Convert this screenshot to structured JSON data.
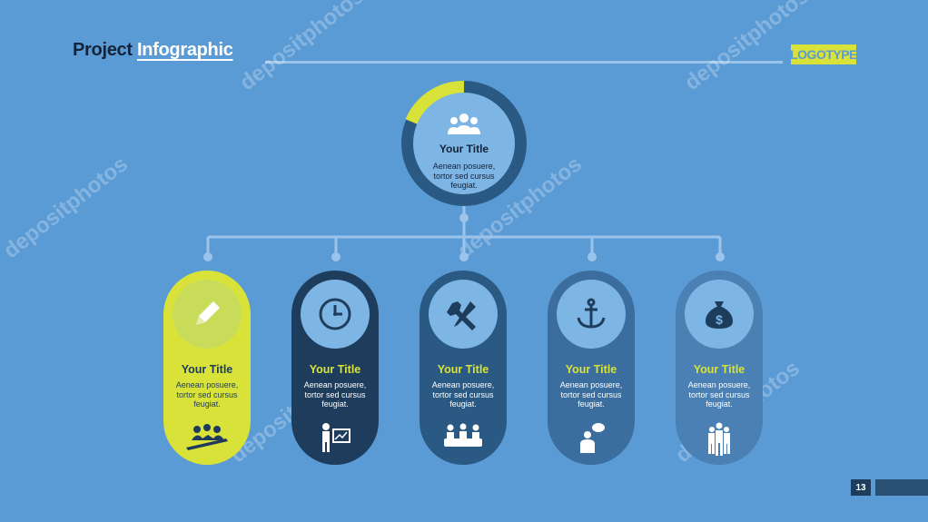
{
  "header": {
    "title_part1": "Project",
    "title_part2": "Infographic",
    "logo": "LOGOTYPE"
  },
  "top_node": {
    "icon": "group-icon",
    "title": "Your Title",
    "desc_line1": "Aenean posuere,",
    "desc_line2": "tortor sed cursus",
    "desc_line3": "feugiat."
  },
  "cards": [
    {
      "icon": "pencil-icon",
      "person_icon": "team-meeting-icon",
      "title": "Your Title",
      "desc_line1": "Aenean posuere,",
      "desc_line2": "tortor sed cursus",
      "desc_line3": "feugiat."
    },
    {
      "icon": "clock-icon",
      "person_icon": "presenter-icon",
      "title": "Your Title",
      "desc_line1": "Aenean posuere,",
      "desc_line2": "tortor sed cursus",
      "desc_line3": "feugiat."
    },
    {
      "icon": "tools-icon",
      "person_icon": "conference-table-icon",
      "title": "Your Title",
      "desc_line1": "Aenean posuere,",
      "desc_line2": "tortor sed cursus",
      "desc_line3": "feugiat."
    },
    {
      "icon": "anchor-icon",
      "person_icon": "speaking-person-icon",
      "title": "Your Title",
      "desc_line1": "Aenean posuere,",
      "desc_line2": "tortor sed cursus",
      "desc_line3": "feugiat."
    },
    {
      "icon": "money-bag-icon",
      "person_icon": "group-standing-icon",
      "title": "Your Title",
      "desc_line1": "Aenean posuere,",
      "desc_line2": "tortor sed cursus",
      "desc_line3": "feugiat."
    }
  ],
  "footer": {
    "page_number": "13"
  },
  "watermark": "depositphotos",
  "colors": {
    "background": "#5b9bd5",
    "accent": "#d8e239",
    "navy": "#1e3d5c",
    "light_blue": "#7db5e5"
  }
}
